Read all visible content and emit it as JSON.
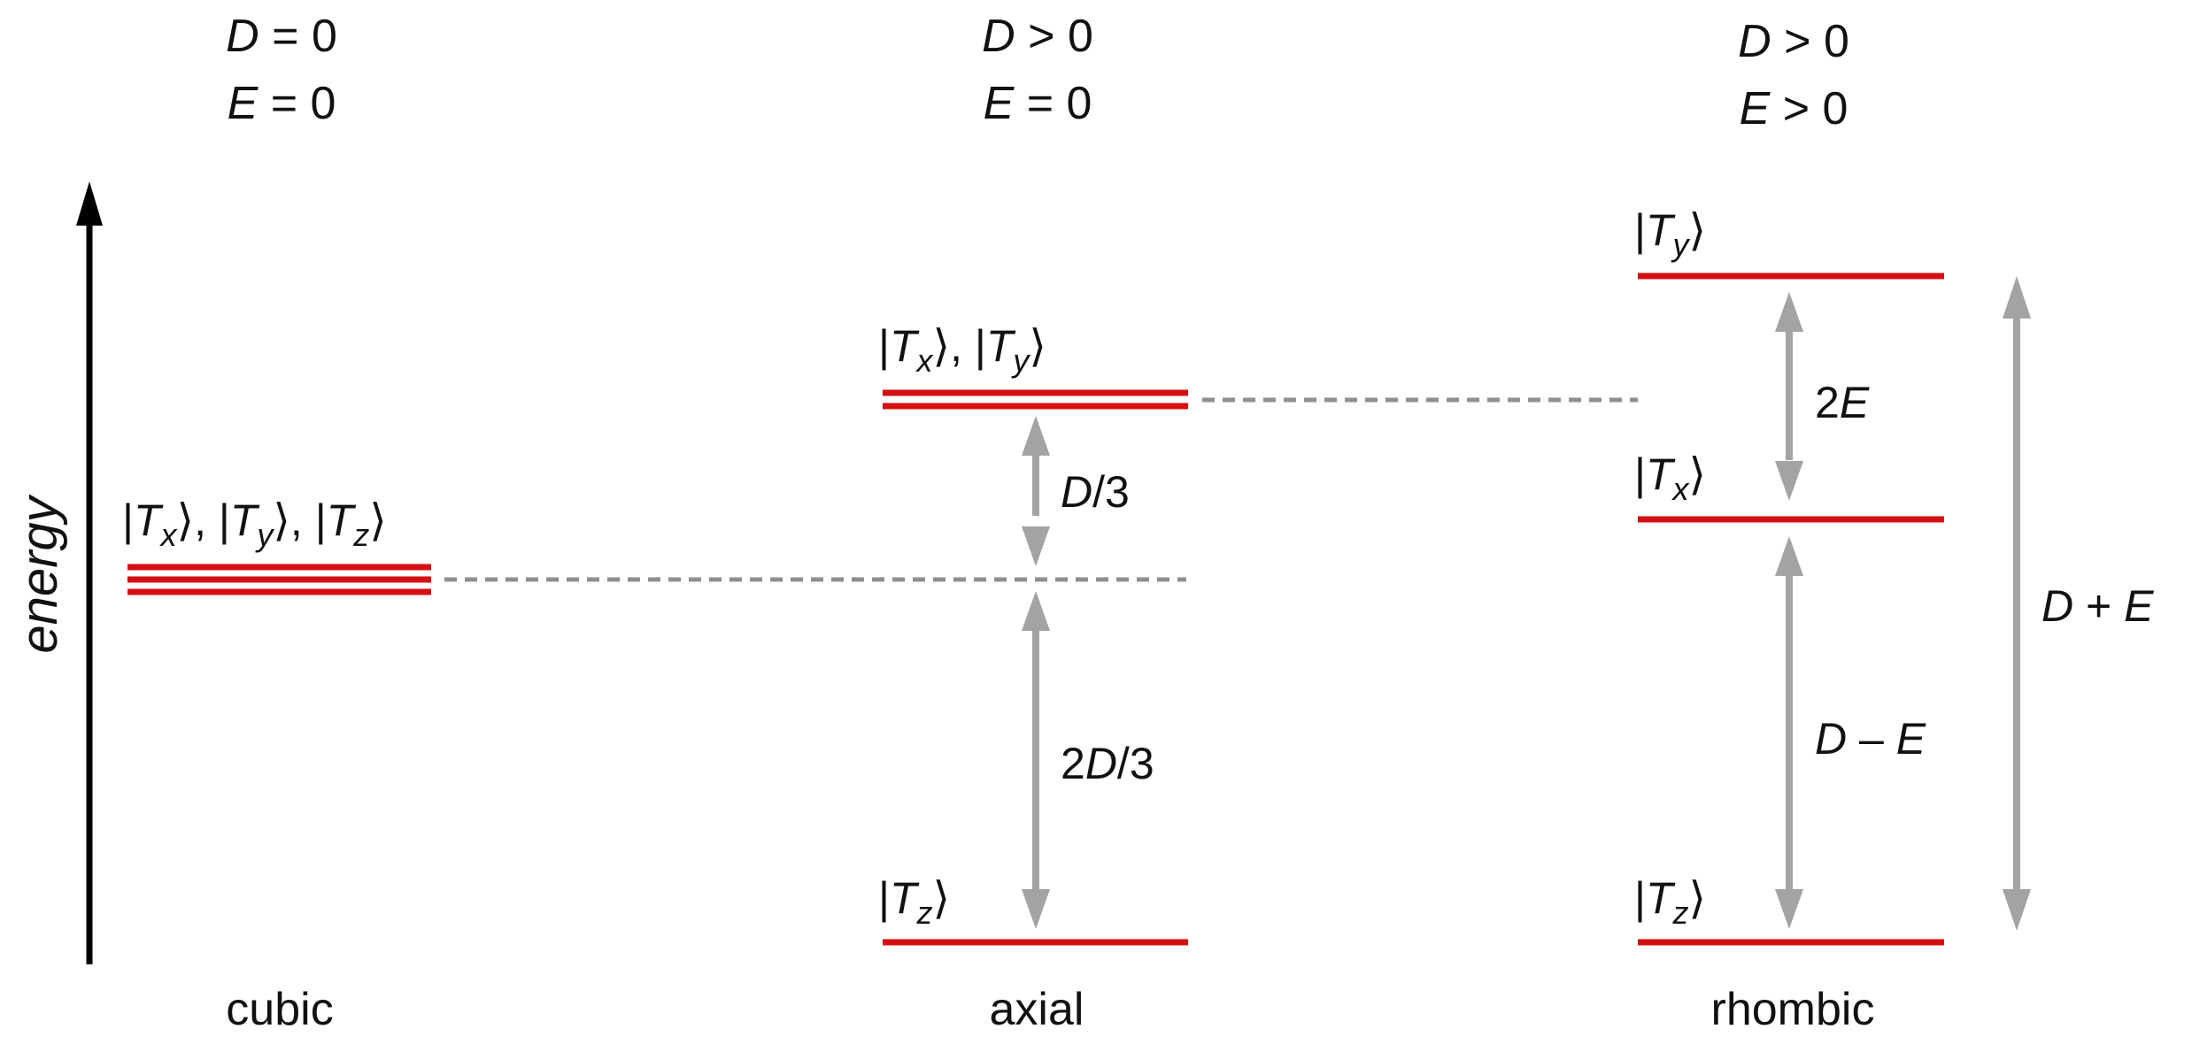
{
  "columns": [
    {
      "id": "cubic",
      "label": "cubic",
      "D": "D",
      "D_rel": " = 0",
      "E": "E",
      "E_rel": " = 0"
    },
    {
      "id": "axial",
      "label": "axial",
      "D": "D",
      "D_rel": " > 0",
      "E": "E",
      "E_rel": " = 0"
    },
    {
      "id": "rhombic",
      "label": "rhombic",
      "D": "D",
      "D_rel": " > 0",
      "E": "E",
      "E_rel": " > 0"
    }
  ],
  "axis": {
    "label": "energy"
  },
  "states": {
    "cubic_all": {
      "open": "|",
      "T": "T",
      "close": "⟩",
      "sep": ", ",
      "subs": [
        "x",
        "y",
        "z"
      ]
    },
    "axial_xy": {
      "open": "|",
      "T": "T",
      "close": "⟩",
      "sep": ", ",
      "subs": [
        "x",
        "y"
      ]
    },
    "axial_z": {
      "open": "|",
      "T": "T",
      "close": "⟩",
      "subs": [
        "z"
      ]
    },
    "rhombic_y": {
      "open": "|",
      "T": "T",
      "close": "⟩",
      "subs": [
        "y"
      ]
    },
    "rhombic_x": {
      "open": "|",
      "T": "T",
      "close": "⟩",
      "subs": [
        "x"
      ]
    },
    "rhombic_z": {
      "open": "|",
      "T": "T",
      "close": "⟩",
      "subs": [
        "z"
      ]
    }
  },
  "gaps": {
    "d3": {
      "pre": "",
      "var": "D",
      "post": "/3"
    },
    "2d3": {
      "pre": "2",
      "var": "D",
      "post": "/3"
    },
    "2e": {
      "pre": "2",
      "var": "E",
      "post": ""
    },
    "dme": {
      "var1": "D",
      "op": " – ",
      "var2": "E"
    },
    "dpe": {
      "var1": "D",
      "op": " + ",
      "var2": "E"
    }
  },
  "colors": {
    "level": "#d40f12",
    "guide": "#8f8f8f",
    "gap_arrow": "#a3a3a3",
    "axis": "#000000"
  }
}
